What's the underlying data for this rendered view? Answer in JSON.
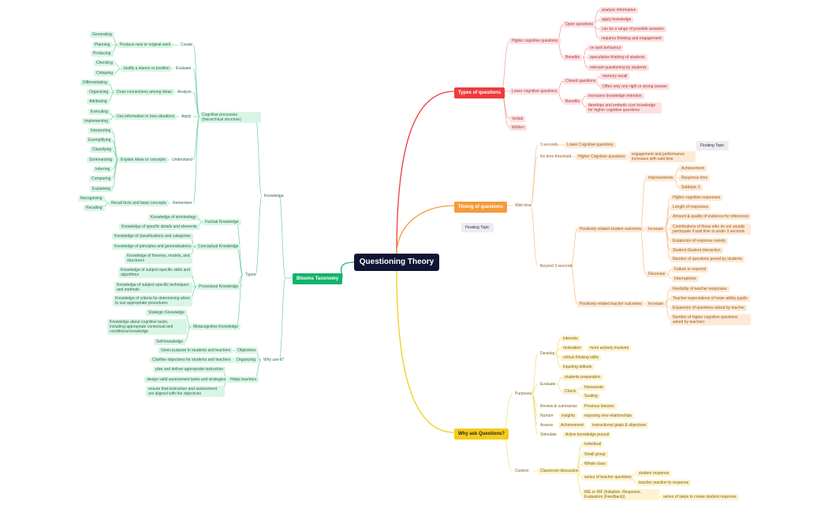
{
  "root": "Questioning Theory",
  "floating": [
    "Floating Topic",
    "Floating Topic"
  ],
  "colors": {
    "root": "#101534",
    "red": "#ef3b3b",
    "orange": "#f59a3b",
    "yellow": "#f5cc1b",
    "green": "#13b36a"
  },
  "types": {
    "title": "Types of questions",
    "higher": "Higher cognitive questions",
    "open": "Open questions",
    "open_items": [
      "analyze information",
      "apply knowledge",
      "can be a range of possible answers",
      "requires thinking and engagement"
    ],
    "benefits": "Benefits",
    "benefits_items": [
      "on task behaviour",
      "speculative thinking of students",
      "relevant questioning by students"
    ],
    "lower": "Lower cognitive questions",
    "closed": "Closed questions",
    "closed_items": [
      "memory recall",
      "Often only one right or wrong answer"
    ],
    "benefits2": "Benefits",
    "benefits2_items": [
      "increases knowledge retention",
      "develops and embeds core knowledge for higher cognitive questions"
    ],
    "verbal": "Verbal",
    "written": "Written"
  },
  "timing": {
    "title": "Timing of questions",
    "wait": "Wait time",
    "three": "3 seconds",
    "lower": "Lower Cognitive questions",
    "notime": "No time threshold",
    "higher": "Higher Cognitive questions",
    "engagement": "engagement and performance increases with wait time",
    "beyond": "Beyond 3 seconds",
    "student": "Positively related student outcomes",
    "improvements": "Improvements",
    "improvements_items": [
      "Achievement",
      "Response time",
      "Subtopic 3"
    ],
    "increase": "Increase",
    "increase_items": [
      "Higher cognitive responses",
      "Length of responses",
      "Amount & quality of evidence for inferences",
      "Contributions of those who do not usually participate if wait time is under 3 seconds",
      "Expansion of response variety",
      "Student-Student interaction",
      "Number of questions posed by students"
    ],
    "decrease": "Decrease",
    "decrease_items": [
      "Failure to respond",
      "Interruptions"
    ],
    "teacher": "Positively related teacher outcomes",
    "increase2": "Increase",
    "increase2_items": [
      "Flexibility of teacher responses",
      "Teacher expectations of lower ability pupils",
      "Expansion of questions asked by teacher",
      "Number of higher cognitive questions asked by teachers"
    ]
  },
  "why": {
    "title": "Why ask Questions?",
    "purposes": "Purposes",
    "develop": "Develop",
    "interests": "interests",
    "motivation": "motivation",
    "more_active": "more actively involved",
    "critical": "critical thinking skills",
    "inquiring": "inquiring attitude",
    "evaluate": "Evaluate",
    "prep": "students preparation",
    "check": "Check",
    "homework": "Homework",
    "seating": "Seating",
    "review": "Review & summarise",
    "previous": "Previous lessons",
    "nurture": "Nurture",
    "insights": "insights",
    "exposing": "exposing new relationships",
    "assess": "Assess",
    "achievement": "Achievement",
    "goals": "instructional goals & objectives",
    "stimulate": "Stimulate",
    "pursuit": "Active knowledge pursuit",
    "context": "Context",
    "classroom": "Classroom discussion",
    "individual": "Individual",
    "small": "Small group",
    "whole": "Whole class",
    "series": "series of teacher questions",
    "student_resp": "student response",
    "teacher_react": "teacher reaction to response",
    "ire": "IRE or IRF (Initiation, Response, Evaluation (Feedback))",
    "series_steps": "series of steps to create student response"
  },
  "bloom": {
    "title": "Blooms Taxonomy",
    "knowledge": "Knowledge",
    "cognitive": "Cognitive processes (hierarchical structure)",
    "create": "Create",
    "create_desc": "Produce new or original work",
    "create_items": [
      "Generating",
      "Planning",
      "Producing"
    ],
    "evaluate": "Evaluate",
    "evaluate_desc": "Justify a stance or position",
    "evaluate_items": [
      "Checking",
      "Critiquing"
    ],
    "analyze": "Analyze",
    "analyze_desc": "Draw connections among ideas",
    "analyze_items": [
      "Differentiating",
      "Organizing",
      "Attributing"
    ],
    "apply": "Apply",
    "apply_desc": "Use information in new situations",
    "apply_items": [
      "Executing",
      "Implementing"
    ],
    "understand": "Understand",
    "understand_desc": "Explain ideas or concepts",
    "understand_items": [
      "Interpreting",
      "Exemplifying",
      "Classifying",
      "Summarizing",
      "Inferring",
      "Comparing",
      "Explaining"
    ],
    "remember": "Remember",
    "remember_desc": "Recall facts and basic concepts",
    "remember_items": [
      "Recognising",
      "Recalling"
    ],
    "types": "Types",
    "factual": "Factual Knowledge",
    "factual_items": [
      "Knowledge of terminology",
      "Knowledge of specific details and elements"
    ],
    "conceptual": "Conceptual Knowledge",
    "conceptual_items": [
      "Knowledge of classifications and categories",
      "Knowledge of principles and generalizations",
      "Knowledge of theories, models, and structures"
    ],
    "procedural": "Procedural Knowledge",
    "procedural_items": [
      "Knowledge of subject-specific skills and algorithms",
      "Knowledge of subject-specific techniques and methods",
      "Knowledge of criteria for determining when to use appropriate procedures"
    ],
    "metacognitive": "Metacognitive Knowledge",
    "metacognitive_items": [
      "Strategic Knowledge",
      "Knowledge about cognitive tasks, including appropriate contextual and conditional knowledge",
      "Self-knowledge"
    ],
    "why_use": "Why use it?",
    "objectives": "Objectives",
    "objectives_desc": "Gives purpose to students and teachers",
    "organizing": "Organizing",
    "organizing_desc": "Clarifies objectives for students and teachers",
    "helps": "Helps teachers",
    "helps_items": [
      "plan and deliver appropriate instruction",
      "design valid assessment tasks and strategies",
      "ensure that instruction and assessment are aligned with the objectives"
    ]
  }
}
